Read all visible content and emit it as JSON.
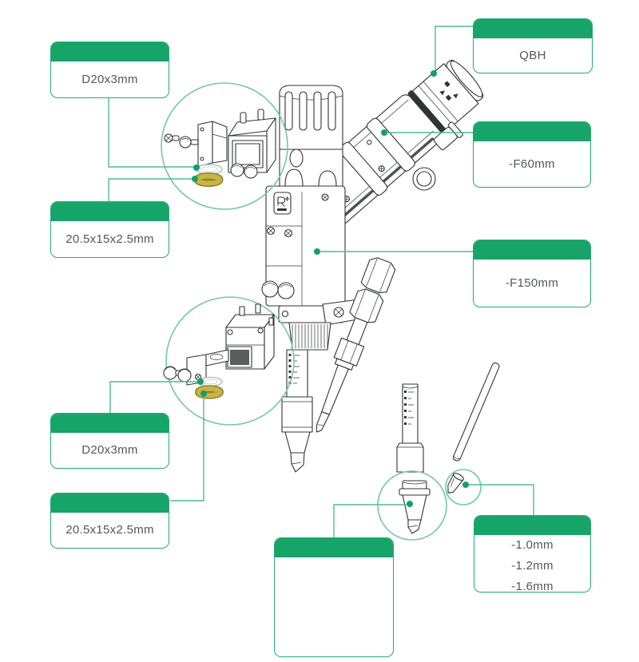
{
  "colors": {
    "accent_green": "#17a469",
    "green_border": "#25a974",
    "leader_green": "#4fbb92",
    "circle_green": "#74c8a5",
    "dot_green": "#12a066",
    "line_dark": "#303436",
    "label_text": "#53585a",
    "oring_gold": "#c8b546",
    "oring_gold_edge": "#93832a",
    "oring_white_edge": "#b3c2ca"
  },
  "labels": {
    "lens1_diameter": {
      "text": "D20x3mm"
    },
    "lens1_size": {
      "text": "20.5x15x2.5mm"
    },
    "qbh": {
      "text": "QBH"
    },
    "focus_f60": {
      "text": "-F60mm"
    },
    "focus_f150": {
      "text": "-F150mm"
    },
    "lens2_diameter": {
      "text": "D20x3mm"
    },
    "lens2_size": {
      "text": "20.5x15x2.5mm"
    },
    "nozzle_blank": {
      "text": ""
    },
    "nozzle_tips": {
      "lines": [
        "-1.0mm",
        "-1.2mm",
        "-1.6mm"
      ]
    }
  }
}
